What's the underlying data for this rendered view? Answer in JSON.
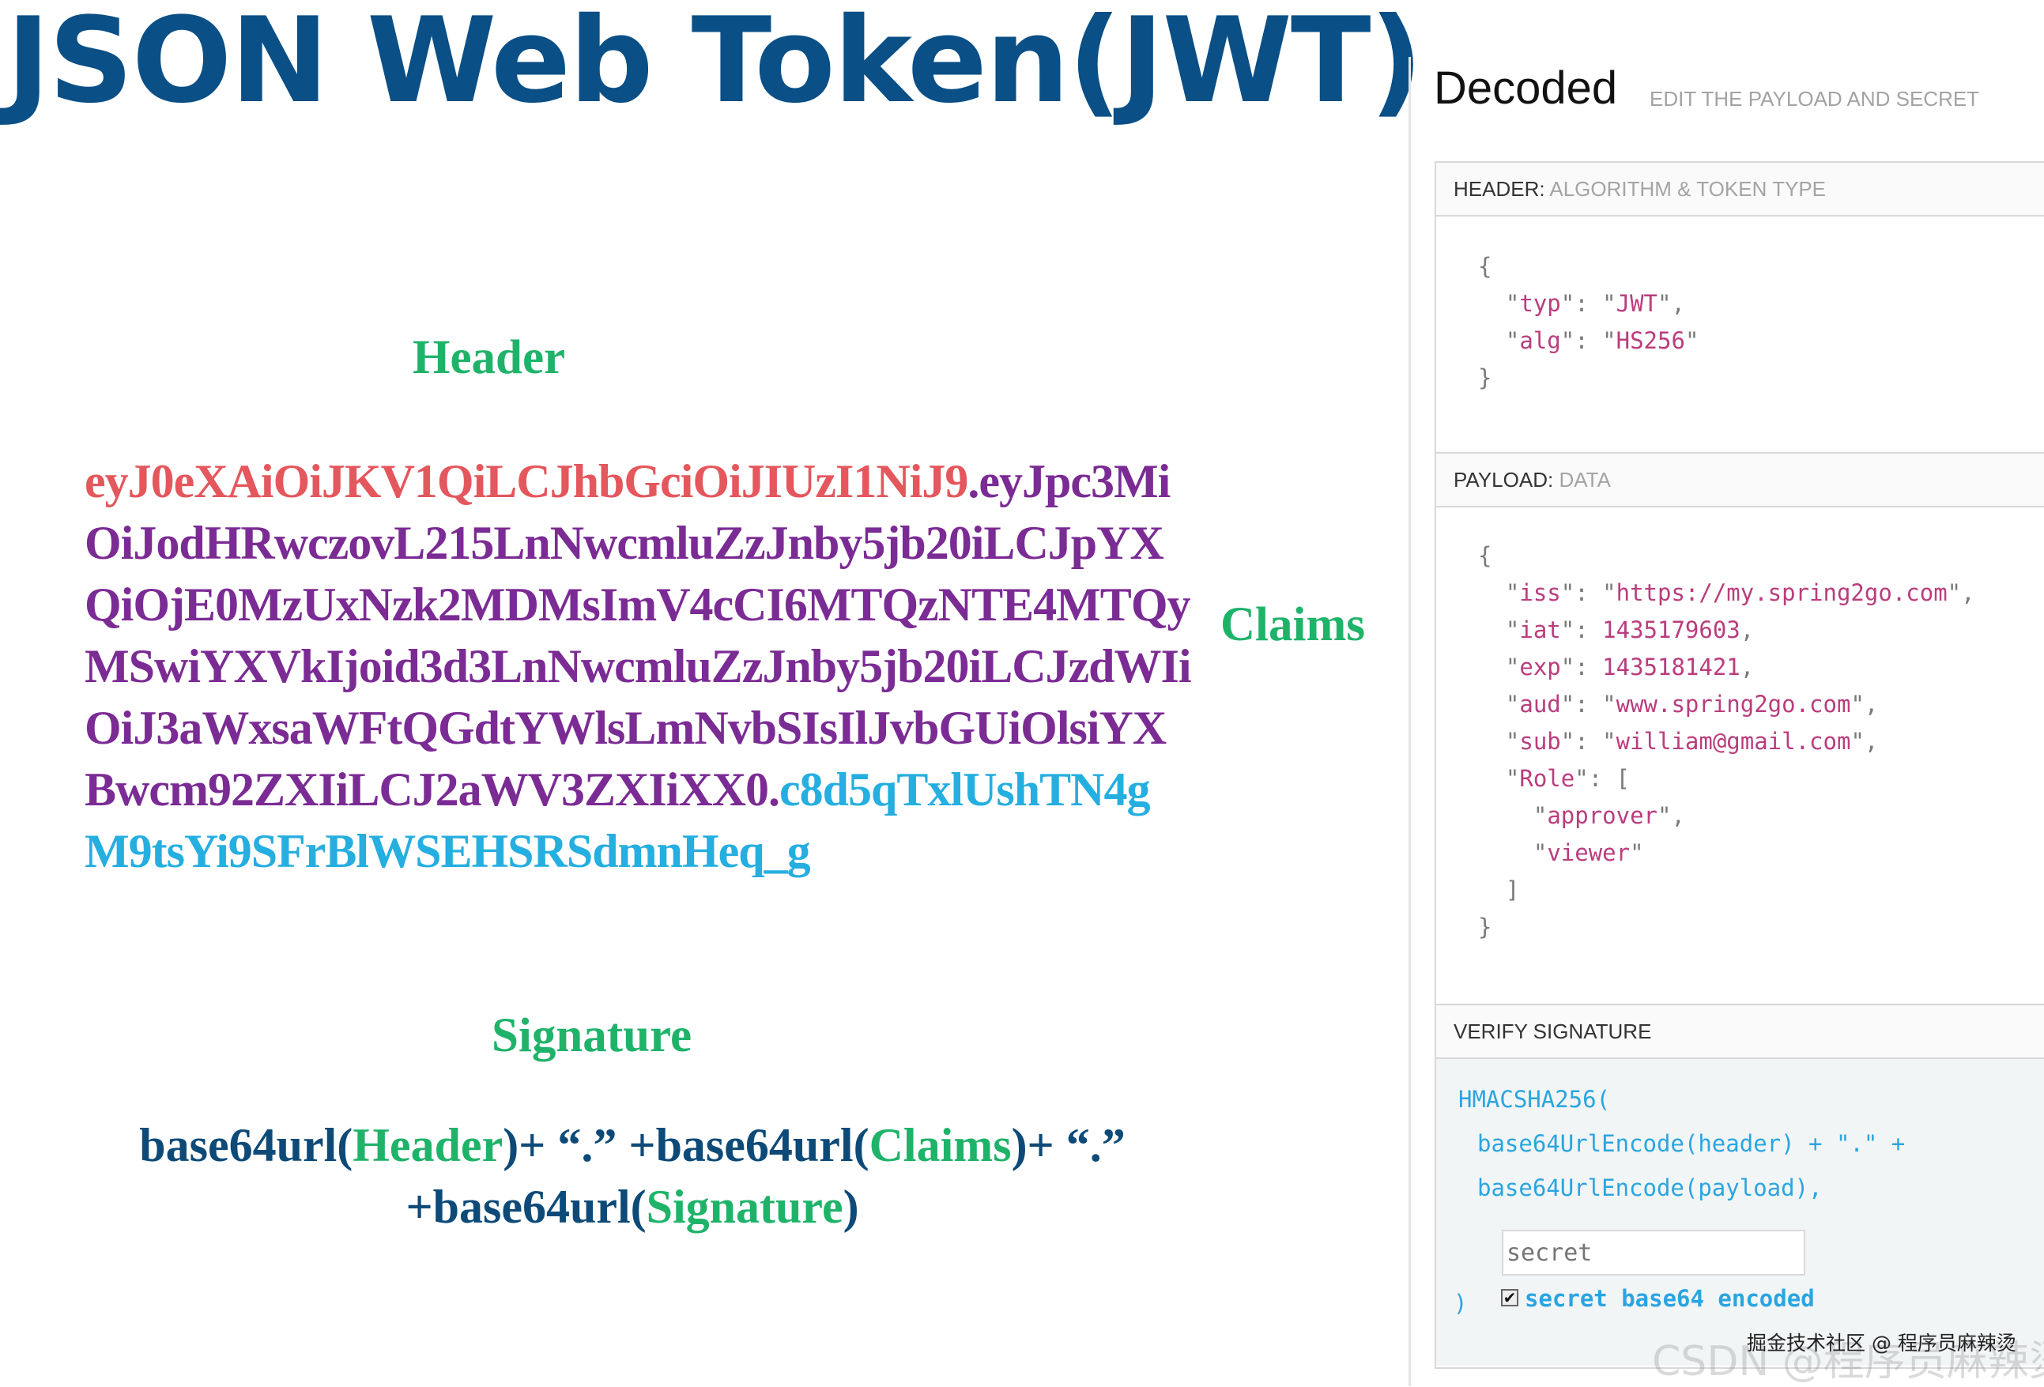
{
  "slide": {
    "title": "JSON Web Token(JWT)",
    "labels": {
      "header": "Header",
      "claims": "Claims",
      "signature": "Signature"
    },
    "token": {
      "header_part": "eyJ0eXAiOiJKV1QiLCJhbGciOiJIUzI1NiJ9",
      "dot1": ".",
      "claims_part": "eyJpc3MiOiJodHRwczovL215LnNwcmluZzJnby5jb20iLCJpYXQiOjE0MzUxNzk2MDMsImV4cCI6MTQzNTE4MTQyMSwiYXVkIjoid3d3LnNwcmluZzJnby5jb20iLCJzdWIiOiJ3aWxsaWFtQGdtYWlsLmNvbSIsIlJvbGUiOlsiYXBwcm92ZXIiLCJ2aWV3ZXIiXX0",
      "dot2": ".",
      "signature_part": "c8d5qTxlUshTN4gM9tsYi9SFrBlWSEHSRSdmnHeq_g"
    },
    "formula": {
      "p1": "base64url(",
      "header": "Header",
      "p2": ")+ “.” +base64url(",
      "claims": "Claims",
      "p3": ")+ “.” +base64url(",
      "signature": "Signature",
      "p4": ")"
    }
  },
  "decoded_panel": {
    "title": "Decoded",
    "subtitle": "EDIT THE PAYLOAD AND SECRET",
    "header_section": {
      "label": "HEADER:",
      "sublabel": "ALGORITHM & TOKEN TYPE",
      "typ": "JWT",
      "alg": "HS256"
    },
    "payload_section": {
      "label": "PAYLOAD:",
      "sublabel": "DATA",
      "iss": "https://my.spring2go.com",
      "iat": "1435179603",
      "exp": "1435181421",
      "aud": "www.spring2go.com",
      "sub": "william@gmail.com",
      "role_0": "approver",
      "role_1": "viewer"
    },
    "verify_section": {
      "label": "VERIFY SIGNATURE",
      "line1": "HMACSHA256(",
      "line2": "base64UrlEncode(header) + \".\" +",
      "line3": "base64UrlEncode(payload),",
      "secret_placeholder": "secret",
      "close": ")",
      "checkbox_label": "secret base64 encoded",
      "checkbox_checked": true
    }
  },
  "watermark": {
    "csdn": "CSDN @程序员麻辣烫",
    "juejin": "掘金技术社区 @ 程序员麻辣烫"
  }
}
